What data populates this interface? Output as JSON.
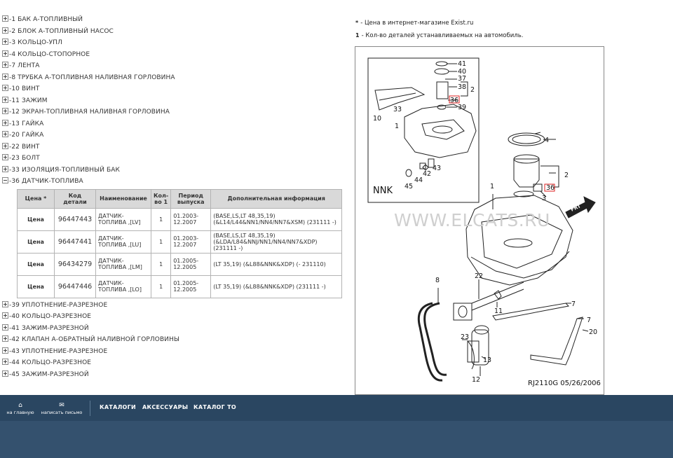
{
  "tree": {
    "items_before": [
      {
        "label": "-1 БАК А-ТОПЛИВНЫЙ",
        "expanded": false
      },
      {
        "label": "-2 БЛОК А-ТОПЛИВНЫЙ НАСОС",
        "expanded": false
      },
      {
        "label": "-3 КОЛЬЦО-УПЛ",
        "expanded": false
      },
      {
        "label": "-4 КОЛЬЦО-СТОПОРНОЕ",
        "expanded": false
      },
      {
        "label": "-7 ЛЕНТА",
        "expanded": false
      },
      {
        "label": "-8 ТРУБКА А-ТОПЛИВНАЯ НАЛИВНАЯ ГОРЛОВИНА",
        "expanded": false
      },
      {
        "label": "-10 ВИНТ",
        "expanded": false
      },
      {
        "label": "-11 ЗАЖИМ",
        "expanded": false
      },
      {
        "label": "-12 ЭКРАН-ТОПЛИВНАЯ НАЛИВНАЯ ГОРЛОВИНА",
        "expanded": false
      },
      {
        "label": "-13 ГАЙКА",
        "expanded": false
      },
      {
        "label": "-20 ГАЙКА",
        "expanded": false
      },
      {
        "label": "-22 ВИНТ",
        "expanded": false
      },
      {
        "label": "-23 БОЛТ",
        "expanded": false
      },
      {
        "label": "-33 ИЗОЛЯЦИЯ-ТОПЛИВНЫЙ БАК",
        "expanded": false
      },
      {
        "label": "-36 ДАТЧИК-ТОПЛИВА",
        "expanded": true
      }
    ],
    "items_after": [
      {
        "label": "-39 УПЛОТНЕНИЕ-РАЗРЕЗНОЕ",
        "expanded": false
      },
      {
        "label": "-40 КОЛЬЦО-РАЗРЕЗНОЕ",
        "expanded": false
      },
      {
        "label": "-41 ЗАЖИМ-РАЗРЕЗНОЙ",
        "expanded": false
      },
      {
        "label": "-42 КЛАПАН А-ОБРАТНЫЙ НАЛИВНОЙ ГОРЛОВИНЫ",
        "expanded": false
      },
      {
        "label": "-43 УПЛОТНЕНИЕ-РАЗРЕЗНОЕ",
        "expanded": false
      },
      {
        "label": "-44 КОЛЬЦО-РАЗРЕЗНОЕ",
        "expanded": false
      },
      {
        "label": "-45 ЗАЖИМ-РАЗРЕЗНОЙ",
        "expanded": false
      }
    ]
  },
  "table": {
    "headers": [
      "Цена *",
      "Код детали",
      "Наименование",
      "Кол-во 1",
      "Период выпуска",
      "Дополнительная информация"
    ],
    "rows": [
      {
        "price": "Цена",
        "code": "96447443",
        "name": "ДАТЧИК-ТОПЛИВА ,[LV]",
        "qty": "1",
        "period": "01.2003-12.2007",
        "info": "(BASE,LS,LT 48,35,19) (&L14/L44&NN1/NN4/NN7&XSM) (231111 -)"
      },
      {
        "price": "Цена",
        "code": "96447441",
        "name": "ДАТЧИК-ТОПЛИВА ,[LU]",
        "qty": "1",
        "period": "01.2003-12.2007",
        "info": "(BASE,LS,LT 48,35,19) (&LDA/L84&NNJ/NN1/NN4/NN7&XDP) (231111 -)"
      },
      {
        "price": "Цена",
        "code": "96434279",
        "name": "ДАТЧИК-ТОПЛИВА ,[LM]",
        "qty": "1",
        "period": "01.2005-12.2005",
        "info": "(LT 35,19) (&L88&NNK&XDP) (- 231110)"
      },
      {
        "price": "Цена",
        "code": "96447446",
        "name": "ДАТЧИК-ТОПЛИВА ,[LO]",
        "qty": "1",
        "period": "01.2005-12.2005",
        "info": "(LT 35,19) (&L88&NNK&XDP) (231111 -)"
      }
    ]
  },
  "notes": {
    "price_mark": "*",
    "price_note": "- Цена в интернет-магазине Exist.ru",
    "qty_mark": "1",
    "qty_note": "- Кол-во деталей устанавливаемых на автомобиль."
  },
  "diagram": {
    "inset_label": "NNK",
    "watermark": "WWW.ELCATS.RU",
    "frt_label": "FRT",
    "drawing_code": "RJ2110G  05/26/2006",
    "callouts": [
      "41",
      "40",
      "37",
      "38",
      "2",
      "36",
      "39",
      "33",
      "10",
      "1",
      "43",
      "42",
      "44",
      "45",
      "4",
      "2",
      "36",
      "3",
      "1",
      "8",
      "22",
      "11",
      "7",
      "7",
      "20",
      "23",
      "13",
      "12"
    ]
  },
  "footer": {
    "home_label": "на главную",
    "mail_label": "написать письмо",
    "links": [
      "КАТАЛОГИ",
      "АКСЕССУАРЫ",
      "КАТАЛОГ ТО"
    ],
    "colors": {
      "bar_top": "#2a4661",
      "bar_bottom": "#34516e",
      "price_red": "#dd0000"
    }
  }
}
